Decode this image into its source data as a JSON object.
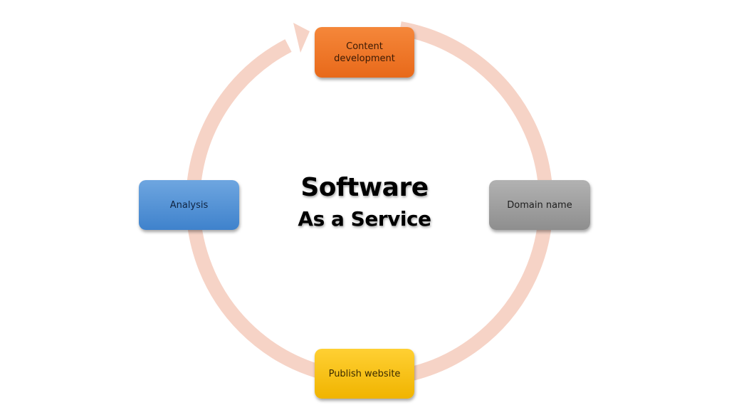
{
  "diagram": {
    "type": "cycle",
    "center": {
      "line1": "Software",
      "line2": "As a Service"
    },
    "nodes": [
      {
        "label": "Content\ndevelopment",
        "color": "#ee7a2a",
        "position": "top"
      },
      {
        "label": "Domain name",
        "color": "#a0a0a0",
        "position": "right"
      },
      {
        "label": "Publish website",
        "color": "#fbc21a",
        "position": "bottom"
      },
      {
        "label": "Analysis",
        "color": "#5594d8",
        "position": "left"
      }
    ],
    "ring_color": "#f6d3c6",
    "direction": "clockwise"
  }
}
